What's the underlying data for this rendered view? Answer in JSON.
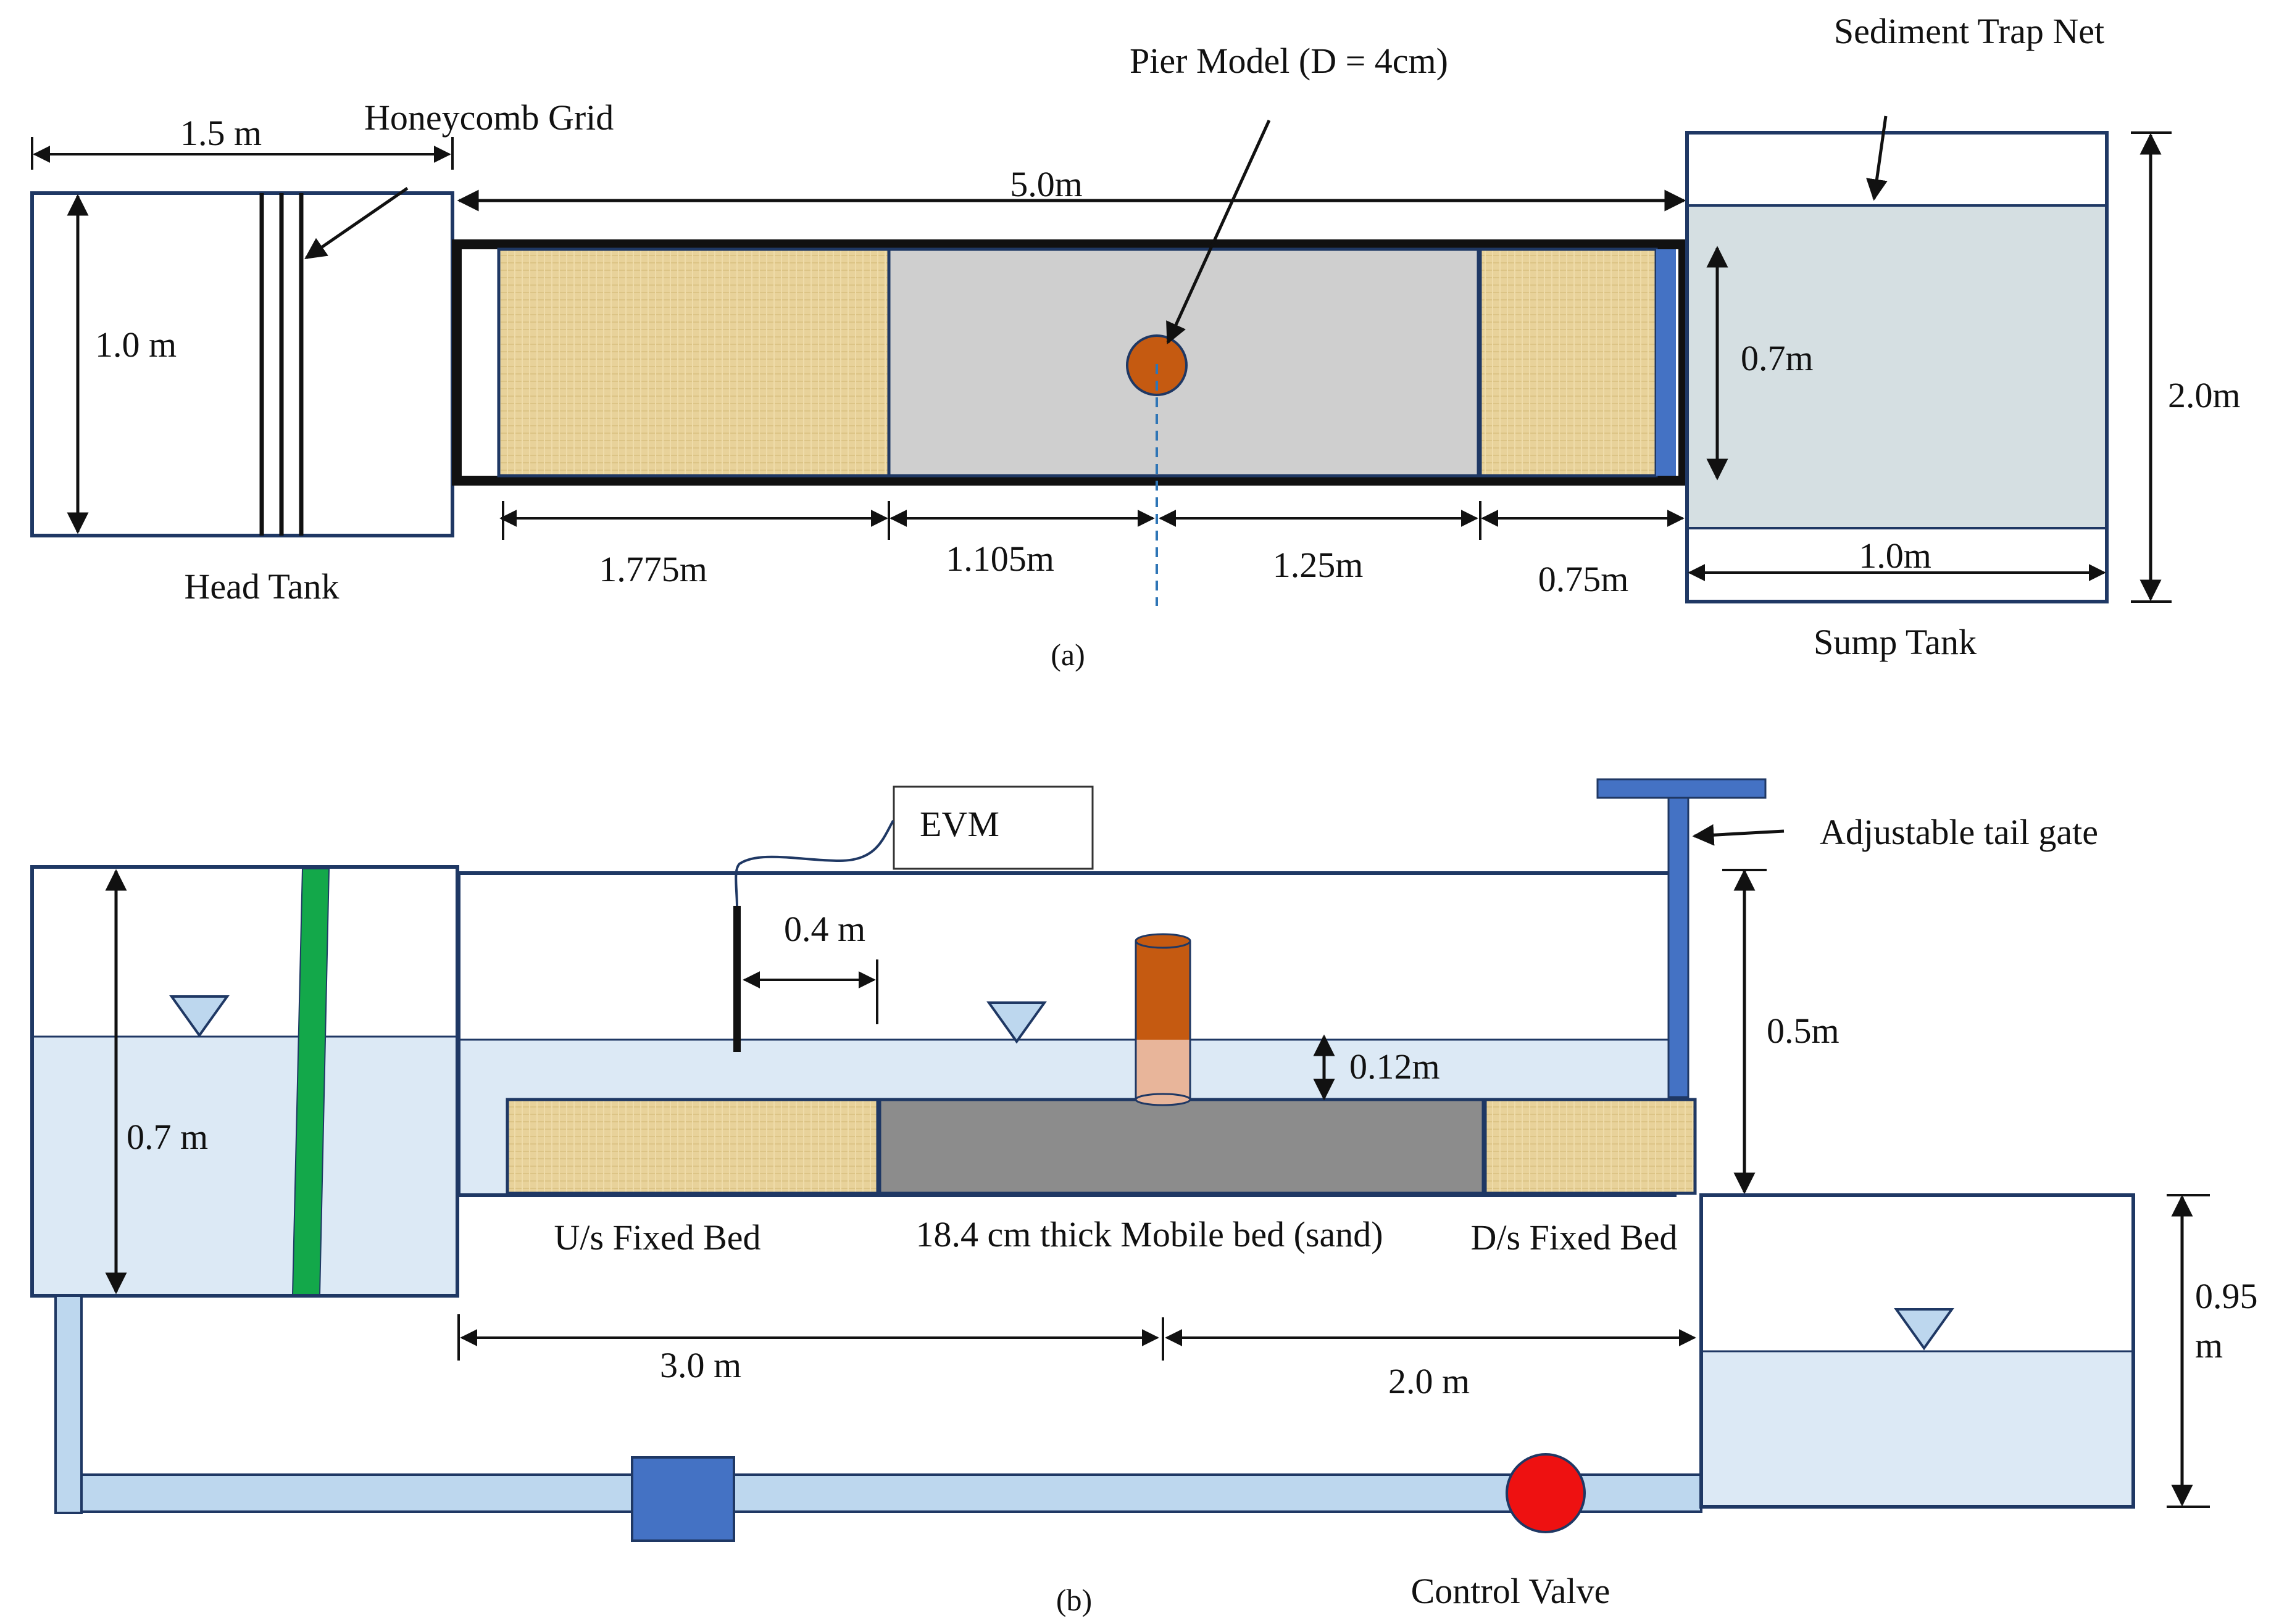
{
  "colors": {
    "sand": "#e8d29a",
    "sand_stroke": "#c9ad6e",
    "mobile_bed_top": "#cfcfcf",
    "mobile_bed_side": "#8c8c8c",
    "pier": "#c55a11",
    "water": "#dce9f5",
    "sump_fill": "#d5dfe2",
    "tail_gate": "#4472c4",
    "green_pipe": "#13a84a",
    "pipe": "#bdd7ee",
    "pump": "#4472c4",
    "valve": "#ee1111",
    "outline": "#1f3864"
  },
  "plan_view": {
    "caption": "(a)",
    "head_tank": {
      "label": "Head Tank",
      "width_label": "1.5 m",
      "height_label": "1.0 m"
    },
    "honeycomb_label": "Honeycomb Grid",
    "flume": {
      "length_label": "5.0m",
      "segments": [
        "1.775m",
        "1.105m",
        "1.25m",
        "0.75m"
      ]
    },
    "pier_label": "Pier Model (D = 4cm)",
    "sump_tank": {
      "label": "Sump Tank",
      "net_label": "Sediment Trap Net",
      "inner_height_label": "0.7m",
      "width_label": "1.0m",
      "height_label": "2.0m"
    }
  },
  "side_view": {
    "caption": "(b)",
    "evm_label": "EVM",
    "evm_distance_label": "0.4 m",
    "tail_gate_label": "Adjustable tail gate",
    "head_tank_depth_label": "0.7 m",
    "flume_height_label": "0.5m",
    "water_depth_label": "0.12m",
    "beds": {
      "upstream": "U/s Fixed Bed",
      "mobile": "18.4 cm thick Mobile bed (sand)",
      "downstream": "D/s Fixed Bed"
    },
    "dist_upstream": "3.0 m",
    "dist_downstream": "2.0 m",
    "sump_height_label": [
      "0.95",
      "m"
    ],
    "control_valve_label": "Control Valve"
  }
}
